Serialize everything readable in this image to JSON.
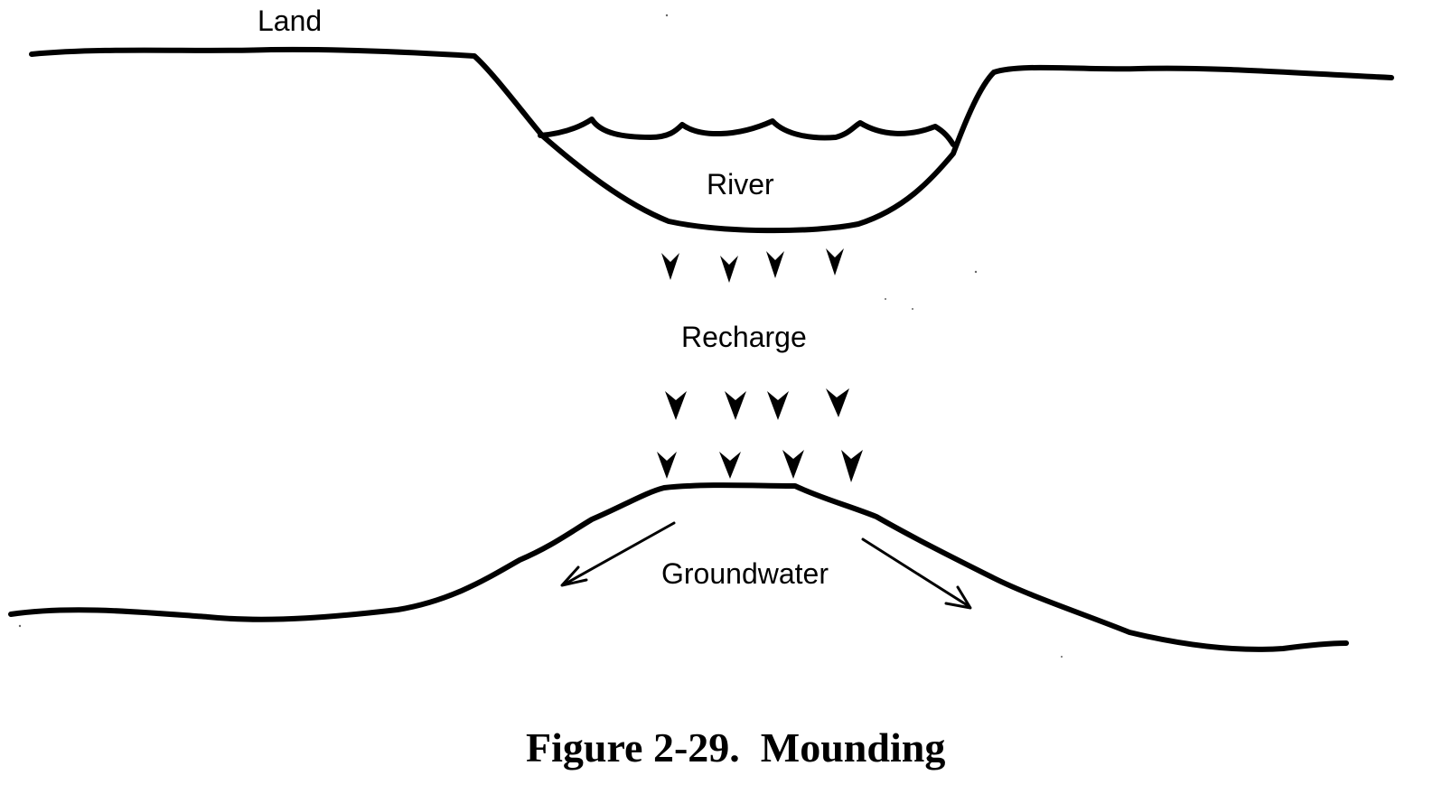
{
  "labels": {
    "land": "Land",
    "river": "River",
    "recharge": "Recharge",
    "groundwater": "Groundwater"
  },
  "caption": "Figure 2-29.  Mounding",
  "colors": {
    "ink": "#000000",
    "background": "#ffffff"
  }
}
